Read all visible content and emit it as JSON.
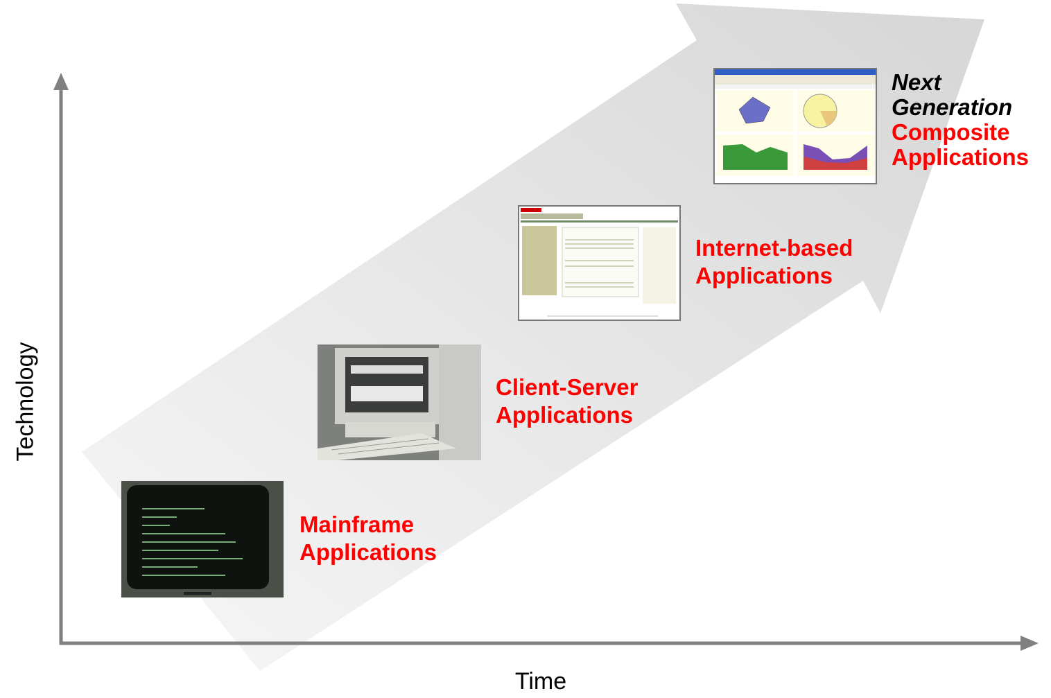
{
  "axes": {
    "y_label": "Technology",
    "x_label": "Time"
  },
  "stages": [
    {
      "lines": [
        "Mainframe",
        "Applications"
      ]
    },
    {
      "lines": [
        "Client-Server",
        "Applications"
      ]
    },
    {
      "lines": [
        "Internet-based",
        "Applications"
      ]
    },
    {
      "prefix": [
        "Next",
        "Generation"
      ],
      "lines": [
        "Composite",
        "Applications"
      ]
    }
  ],
  "colors": {
    "label_red": "#ff0000",
    "axis_gray": "#808080",
    "arrow_gray": "#e0e0e0"
  }
}
